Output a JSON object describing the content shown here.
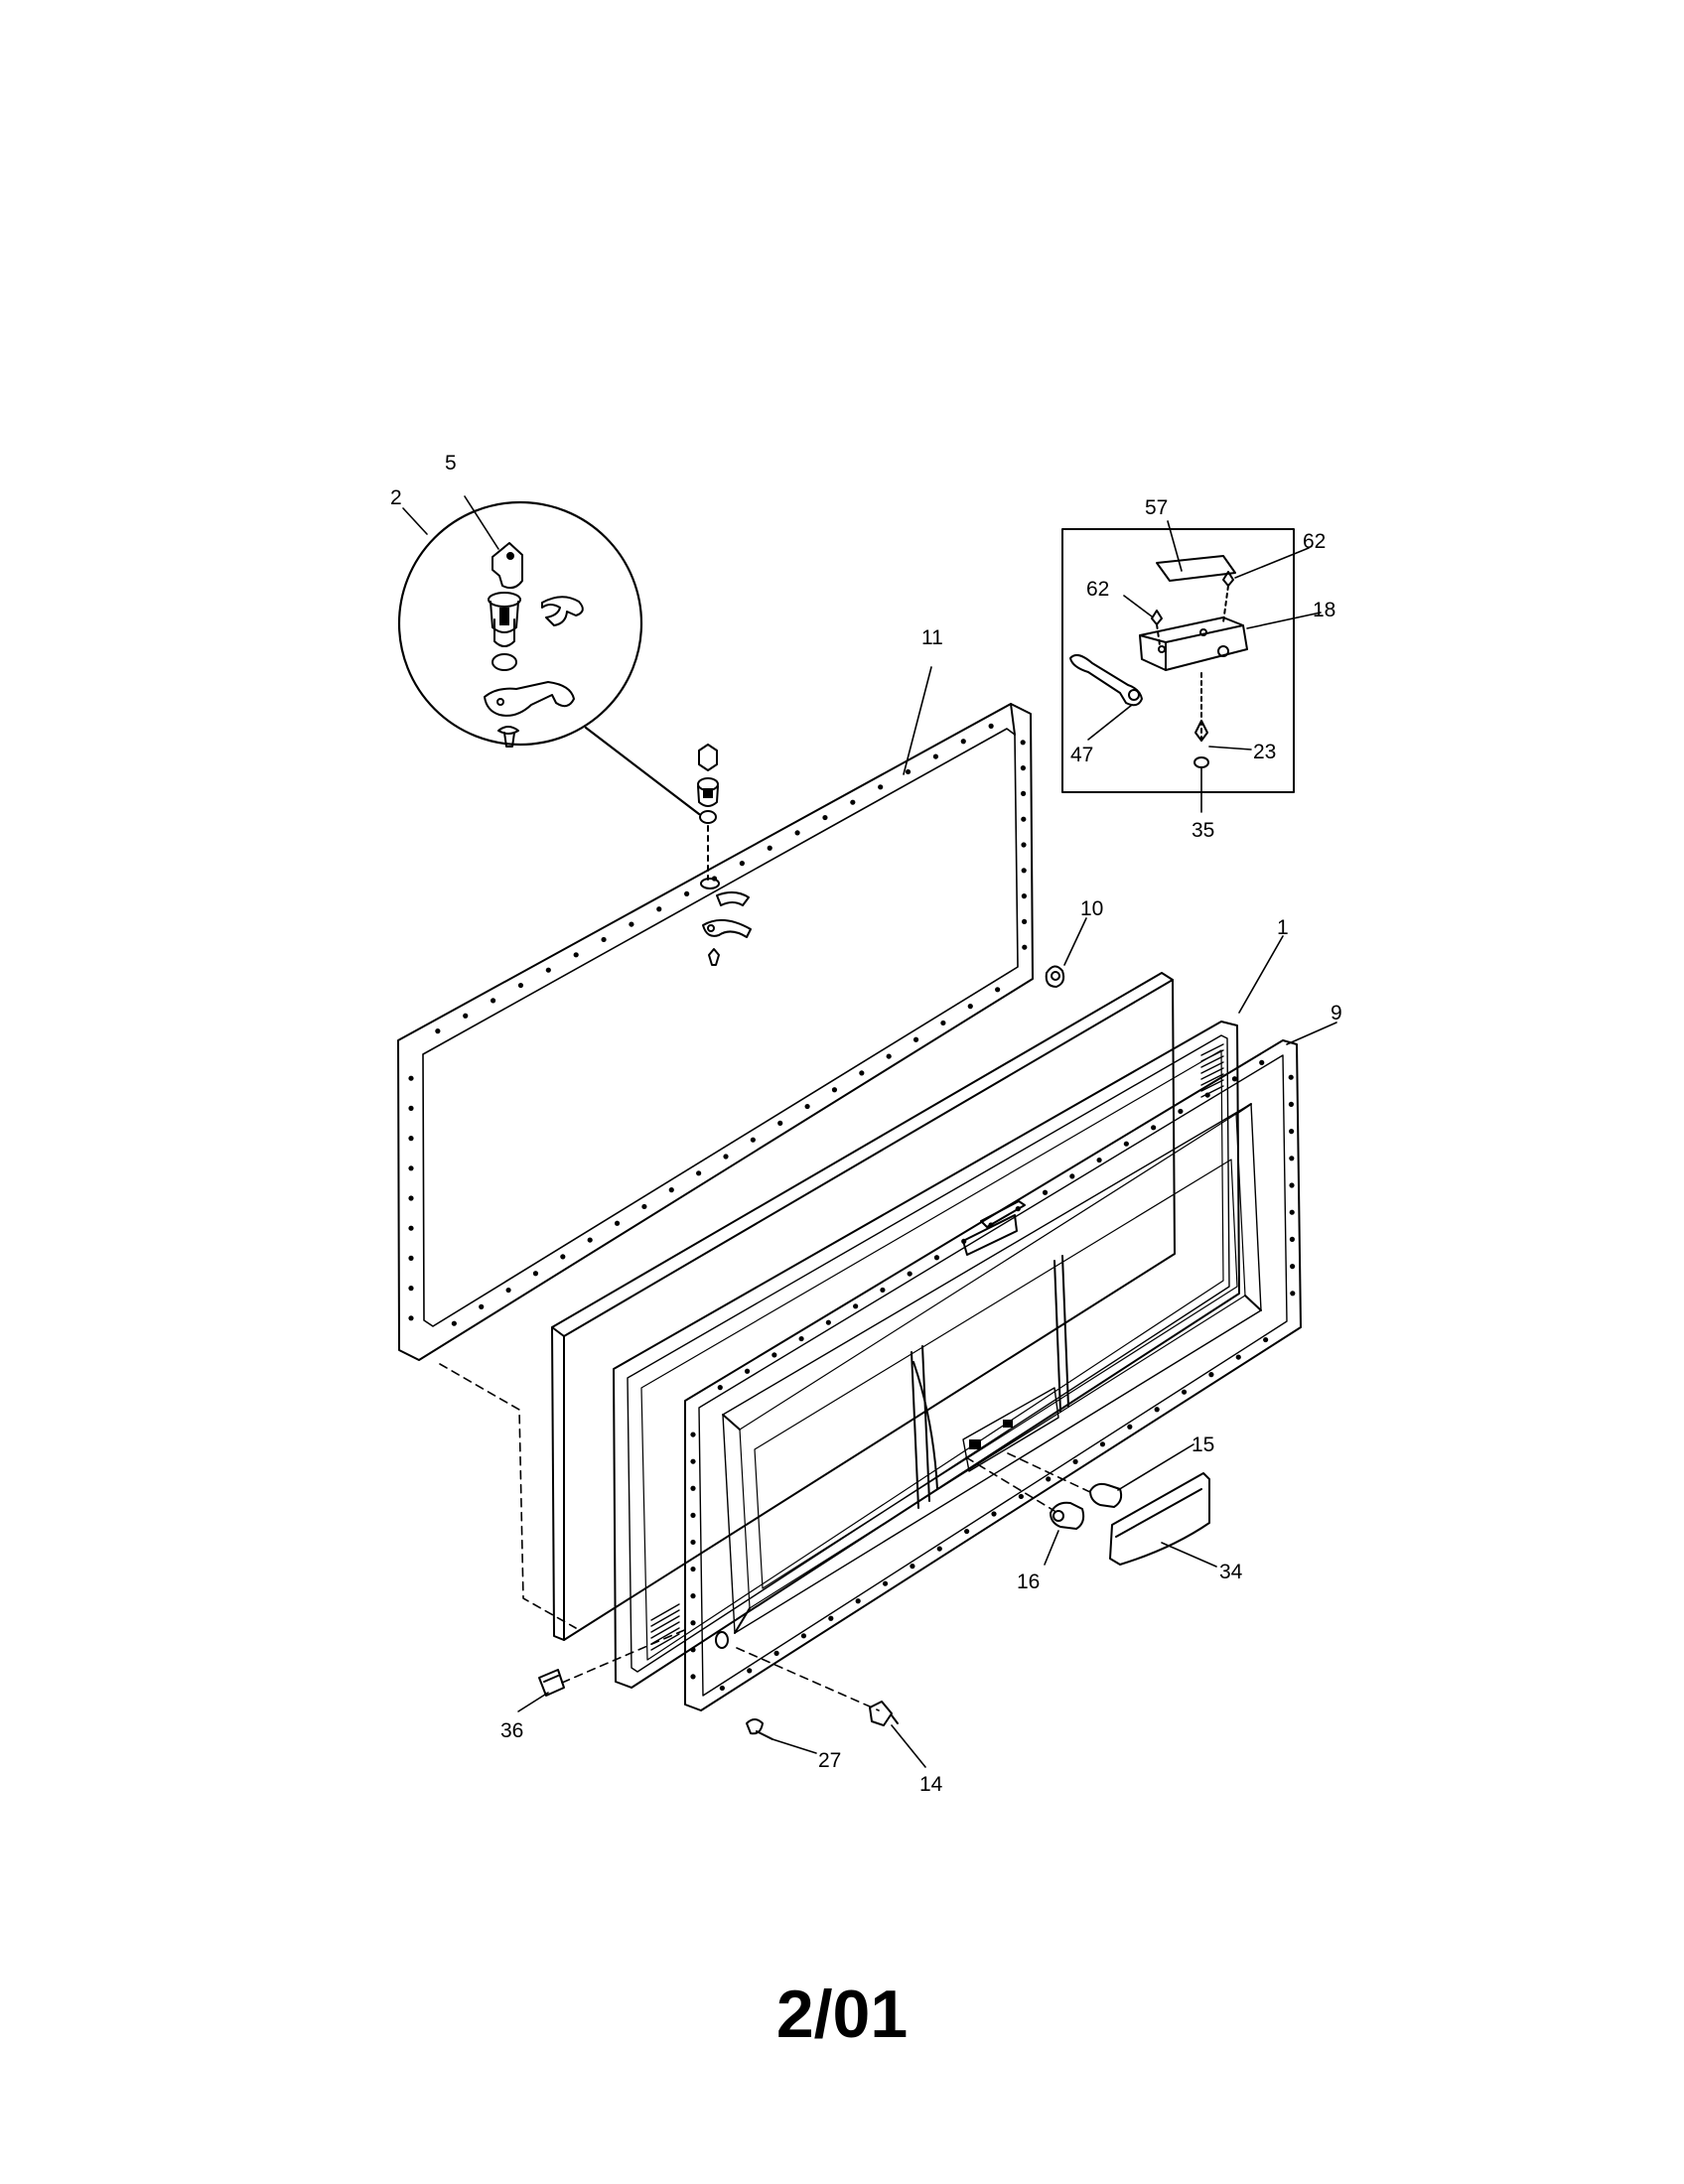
{
  "page_code": "2/01",
  "callouts": [
    "1",
    "2",
    "5",
    "9",
    "10",
    "11",
    "14",
    "15",
    "16",
    "18",
    "23",
    "27",
    "34",
    "35",
    "36",
    "47",
    "57",
    "62",
    "62"
  ]
}
